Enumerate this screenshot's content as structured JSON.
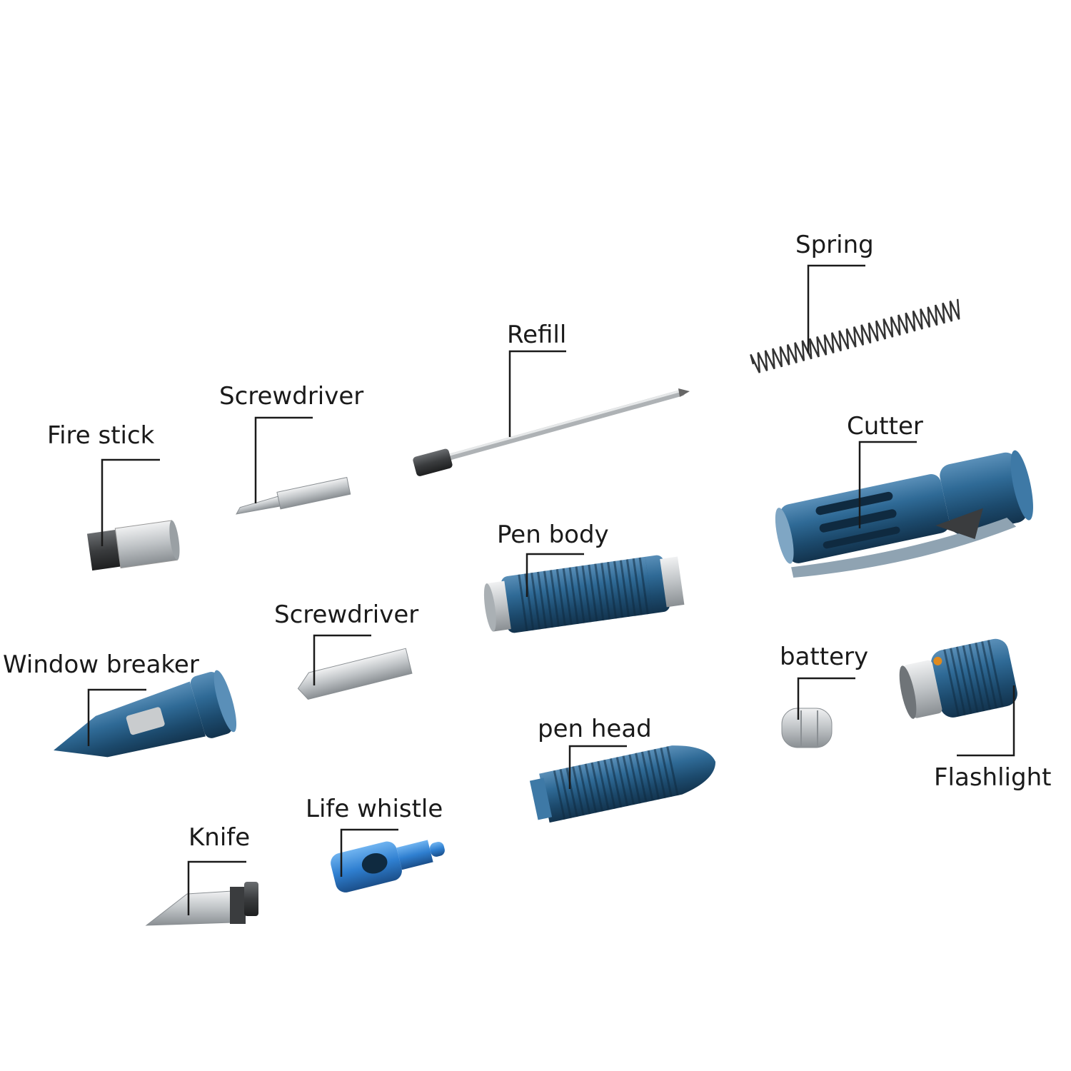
{
  "labels": {
    "spring": "Spring",
    "refill": "Refill",
    "screwdriver_top": "Screwdriver",
    "fire_stick": "Fire stick",
    "cutter": "Cutter",
    "pen_body": "Pen body",
    "screwdriver_mid": "Screwdriver",
    "window_breaker": "Window breaker",
    "battery": "battery",
    "pen_head": "pen head",
    "flashlight": "Flashlight",
    "life_whistle": "Life whistle",
    "knife": "Knife"
  },
  "colors": {
    "blue_metal": "#2a5f86",
    "blue_dark": "#173b57",
    "bright_blue": "#2f7fd0",
    "silver": "#c9ccce",
    "black": "#2a2a2a",
    "leader": "#1a1a1a"
  }
}
